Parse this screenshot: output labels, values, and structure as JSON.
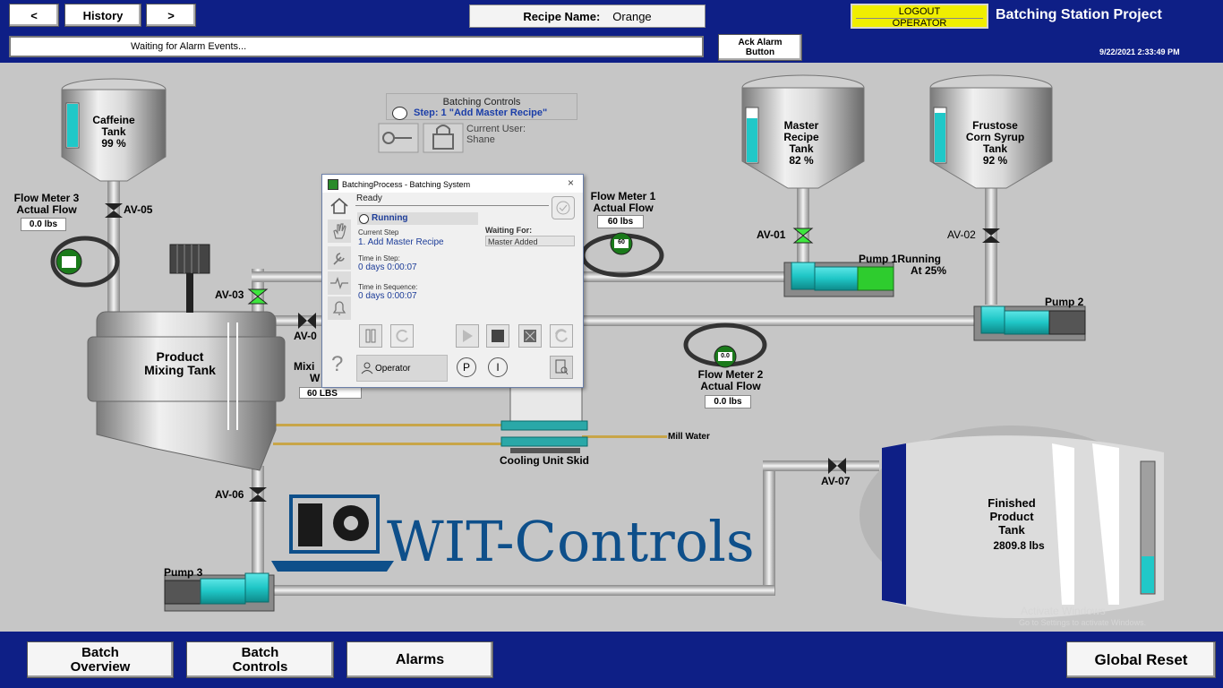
{
  "header": {
    "back_label": "<",
    "history_label": "History",
    "forward_label": ">",
    "recipe_label": "Recipe Name:",
    "recipe_value": "Orange",
    "alarm_status": "Waiting for Alarm Events...",
    "ack_alarm_label_1": "Ack Alarm",
    "ack_alarm_label_2": "Button",
    "logout_label": "LOGOUT",
    "user_role": "OPERATOR",
    "project_title": "Batching Station Project",
    "datetime": "9/22/2021 2:33:49 PM"
  },
  "batching_controls": {
    "title": "Batching Controls",
    "step": "Step: 1  \"Add Master Recipe\"",
    "current_user_label": "Current User:",
    "current_user": "Shane"
  },
  "dialog": {
    "title": "BatchingProcess - Batching System",
    "close": "×",
    "state": "Ready",
    "status": "Running",
    "current_step_label": "Current Step",
    "current_step": "1. Add Master Recipe",
    "waiting_for_label": "Waiting For:",
    "waiting_for": "Master Added",
    "time_in_step_label": "Time in Step:",
    "time_in_step": "0 days  0:00:07",
    "time_in_sequence_label": "Time in Sequence:",
    "time_in_sequence": "0 days  0:00:07",
    "help": "?",
    "user_button": "Operator",
    "p_label": "P",
    "i_label": "I"
  },
  "tanks": {
    "caffeine": {
      "name_1": "Caffeine",
      "name_2": "Tank",
      "level_text": "99 %",
      "level": 0.99
    },
    "master_recipe": {
      "name_1": "Master",
      "name_2": "Recipe",
      "name_3": "Tank",
      "level_text": "82 %",
      "level": 0.82
    },
    "frustose": {
      "name_1": "Frustose",
      "name_2": "Corn Syrup",
      "name_3": "Tank",
      "level_text": "92 %",
      "level": 0.92
    },
    "mixing": {
      "name_1": "Product",
      "name_2": "Mixing Tank",
      "weight_label_1": "Mixi",
      "weight_label_2": "W",
      "weight_value": "60 LBS"
    },
    "finished": {
      "name_1": "Finished",
      "name_2": "Product",
      "name_3": "Tank",
      "weight": "2809.8 lbs",
      "level": 0.28
    }
  },
  "flow_meters": {
    "fm1": {
      "label_1": "Flow Meter 1",
      "label_2": "Actual Flow",
      "value": "60 lbs",
      "display": "60"
    },
    "fm2": {
      "label_1": "Flow Meter 2",
      "label_2": "Actual Flow",
      "value": "0.0 lbs",
      "display": "0.0"
    },
    "fm3": {
      "label_1": "Flow Meter 3",
      "label_2": "Actual Flow",
      "value": "0.0 lbs"
    }
  },
  "valves": {
    "av01": "AV-01",
    "av02": "AV-02",
    "av03": "AV-03",
    "av04": "AV-0",
    "av05": "AV-05",
    "av06": "AV-06",
    "av07": "AV-07"
  },
  "pumps": {
    "pump1": "Pump 1",
    "pump1_status_1": "Running",
    "pump1_status_2": "At 25%",
    "pump2": "Pump 2",
    "pump3": "Pump 3"
  },
  "cooling": {
    "label": "Cooling Unit Skid",
    "mill_water": "Mill Water"
  },
  "brand": {
    "name": "WIT-Controls"
  },
  "watermark": {
    "line1": "Activate Windows",
    "line2": "Go to Settings to activate Windows."
  },
  "footer": {
    "batch_overview_1": "Batch",
    "batch_overview_2": "Overview",
    "batch_controls_1": "Batch",
    "batch_controls_2": "Controls",
    "alarms": "Alarms",
    "global_reset": "Global Reset"
  },
  "colors": {
    "header_bg": "#0e1f86",
    "level_fill": "#20c8c8",
    "valve_open": "#3ee63e",
    "pump_body": "#1fc6c6",
    "brand": "#0e4f8a"
  }
}
